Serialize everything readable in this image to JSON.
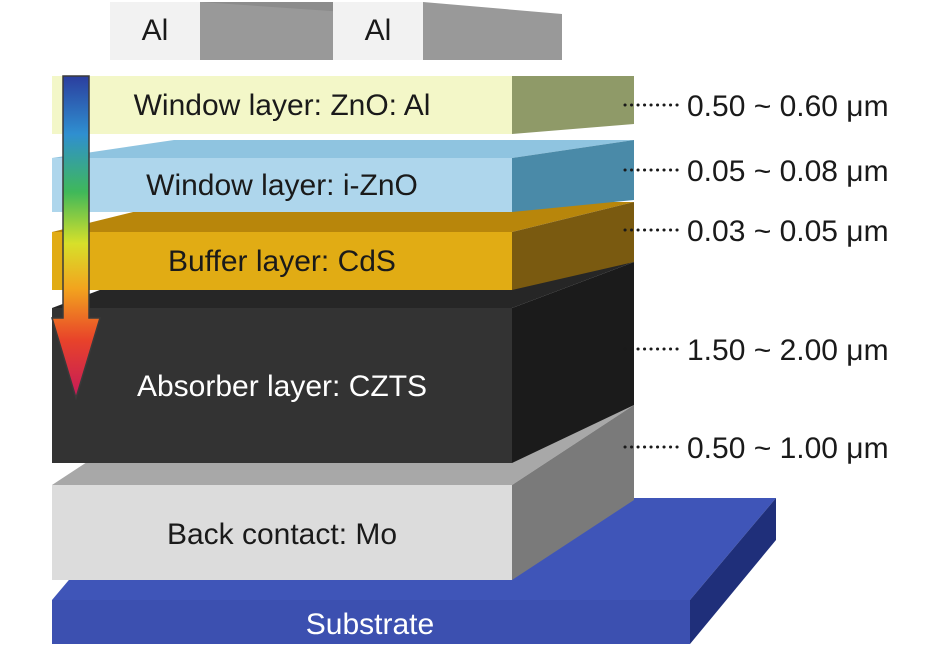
{
  "electrodes": [
    {
      "label": "Al"
    },
    {
      "label": "Al"
    }
  ],
  "layers": {
    "zno_al": {
      "label": "Window layer: ZnO: Al",
      "thickness": "0.50 ~ 0.60 μm"
    },
    "izno": {
      "label": "Window layer: i-ZnO",
      "thickness": "0.05 ~ 0.08 μm"
    },
    "cds": {
      "label": "Buffer layer: CdS",
      "thickness": "0.03 ~ 0.05 μm"
    },
    "czts": {
      "label": "Absorber layer: CZTS",
      "thickness": "1.50 ~ 2.00 μm"
    },
    "mo": {
      "label": "Back contact: Mo",
      "thickness": "0.50 ~ 1.00 μm"
    },
    "substrate": {
      "label": "Substrate"
    }
  },
  "colors": {
    "zno_al": "#f3f7c8",
    "izno": "#aed6ec",
    "cds": "#e1ac14",
    "czts": "#333333",
    "mo": "#dcdcdc",
    "substrate": "#3c50b0",
    "electrode": "#f2f2f2"
  }
}
